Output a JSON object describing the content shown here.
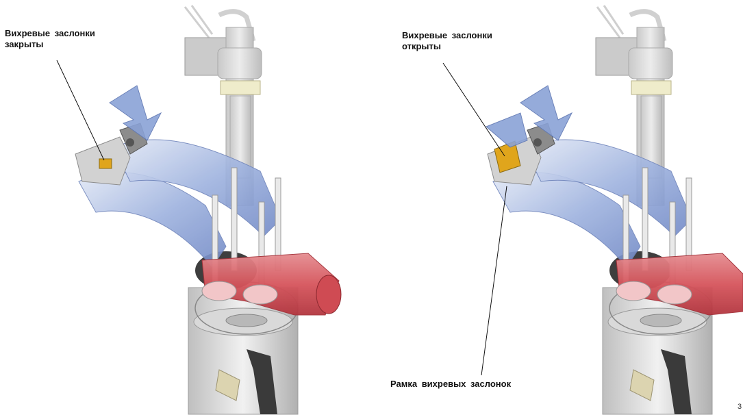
{
  "labels": {
    "closed_line1": "Вихревые заслонки",
    "closed_line2": "закрыты",
    "open_line1": "Вихревые заслонки",
    "open_line2": "открыты",
    "frame": "Рамка вихревых заслонок"
  },
  "page_number": "3",
  "colors": {
    "intake_blue": "#8fa6d8",
    "exhaust_red": "#d9575e",
    "flap_yellow": "#e0a51c",
    "injector_gray": "#d6d6d6",
    "arrow_blue": "#7e98cf"
  }
}
